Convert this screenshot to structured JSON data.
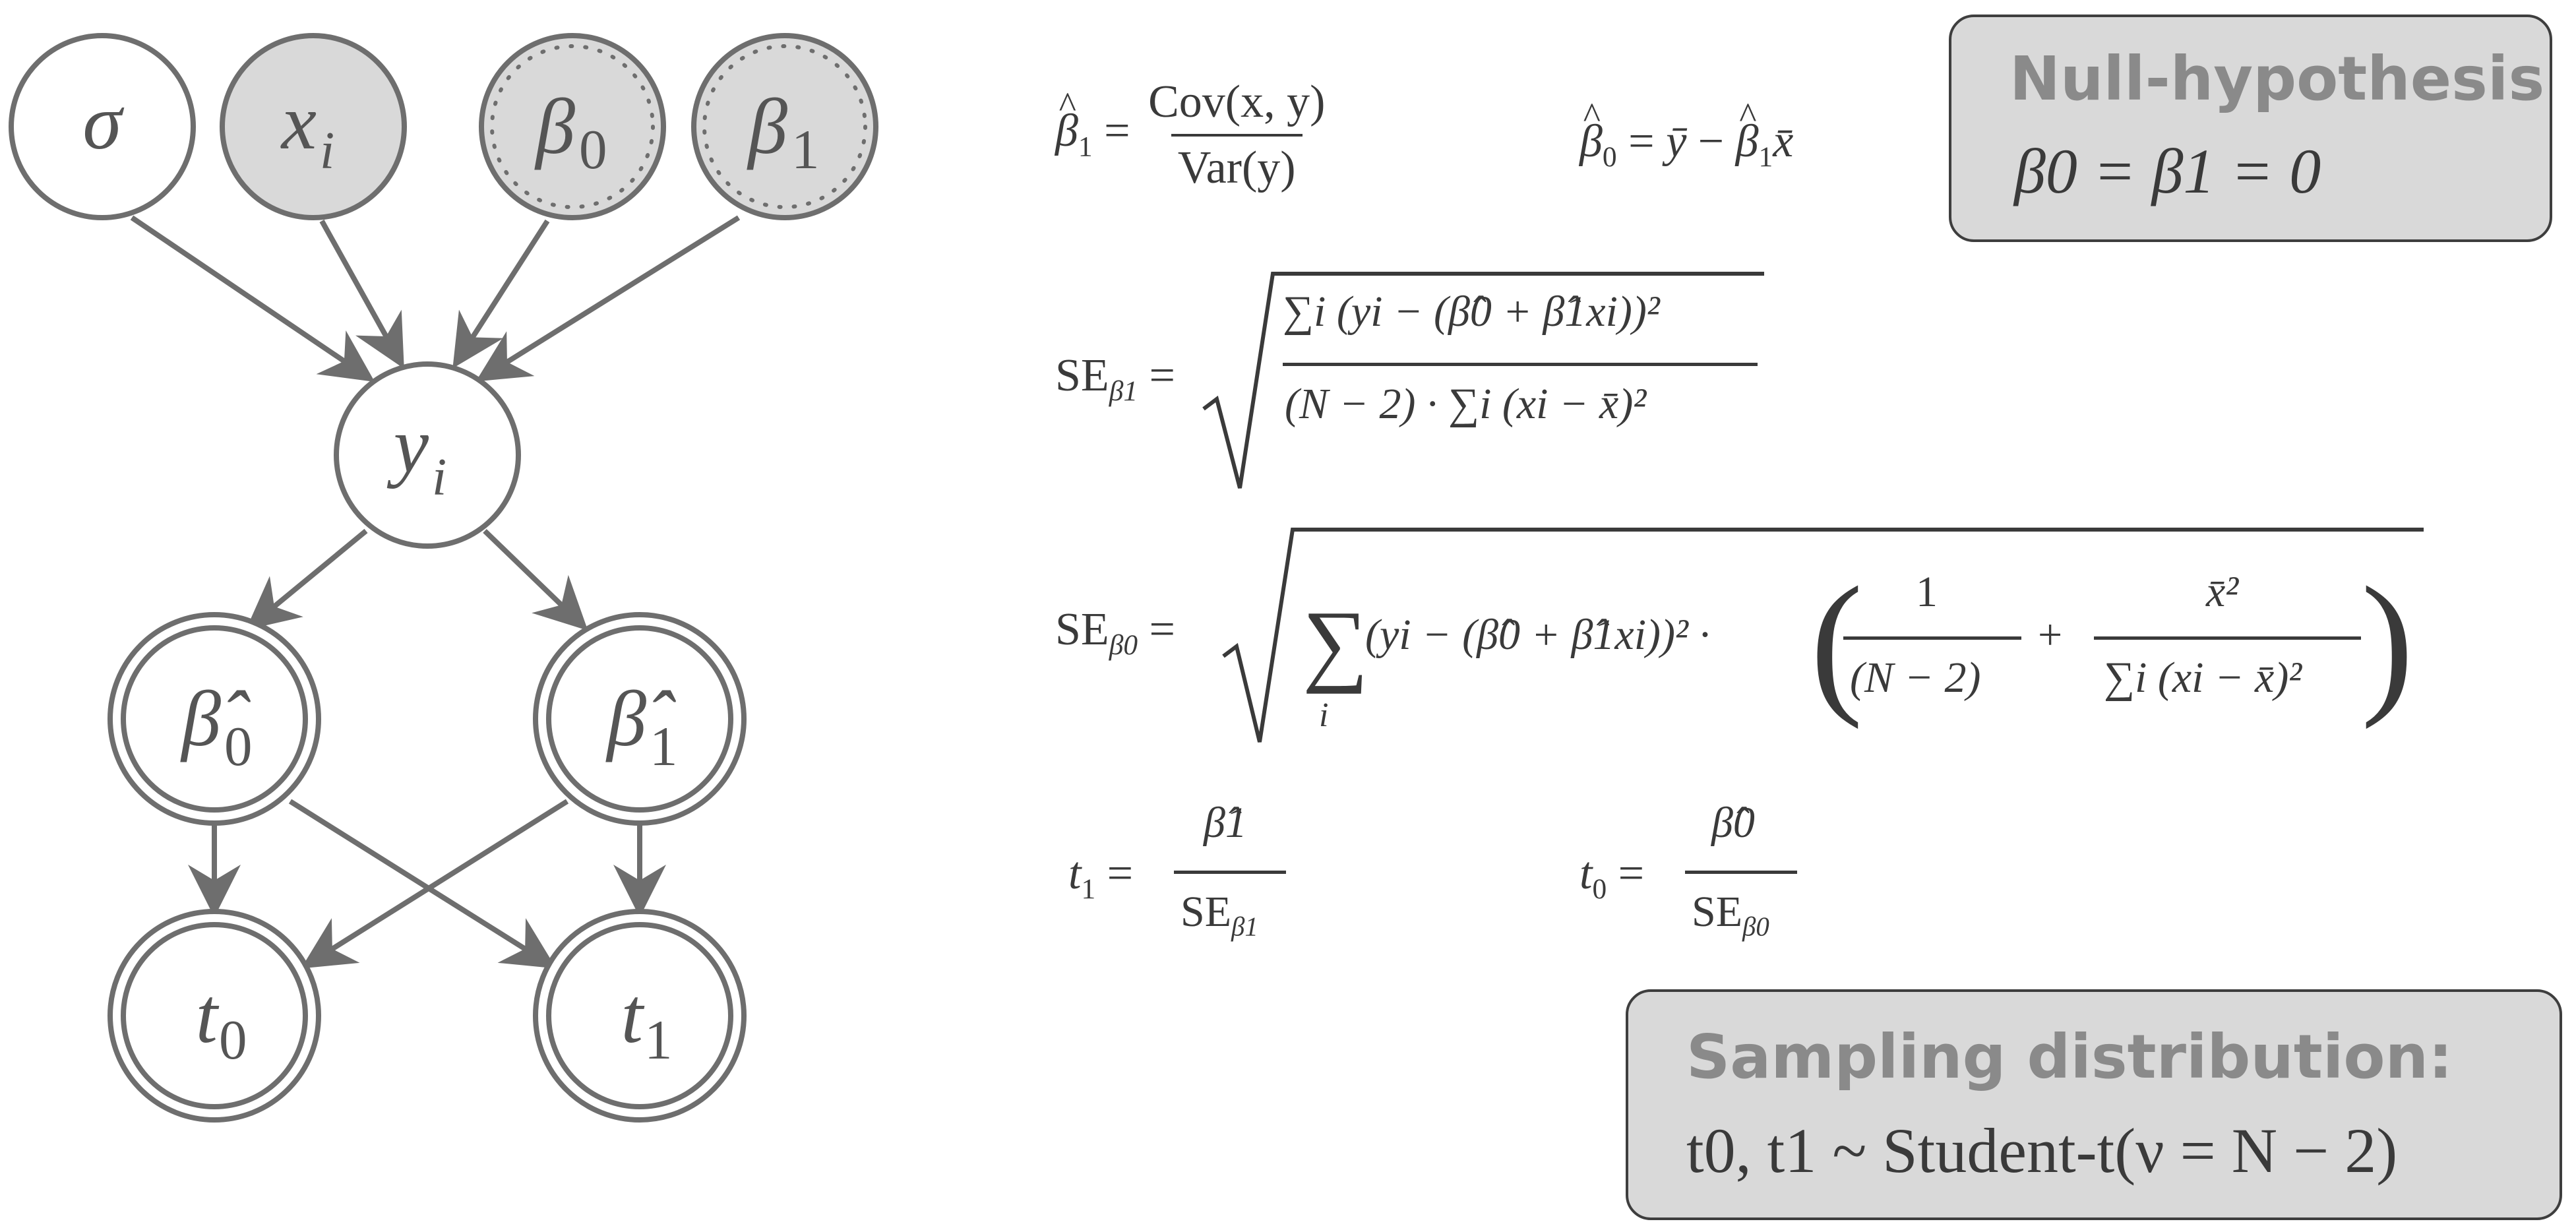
{
  "nodes": {
    "sigma": {
      "symbol": "σ",
      "sub": ""
    },
    "x": {
      "symbol": "x",
      "sub": "i"
    },
    "beta0": {
      "symbol": "β",
      "sub": "0"
    },
    "beta1": {
      "symbol": "β",
      "sub": "1"
    },
    "y": {
      "symbol": "y",
      "sub": "i"
    },
    "beta0hat": {
      "symbol": "β̂",
      "sub": "0"
    },
    "beta1hat": {
      "symbol": "β̂",
      "sub": "1"
    },
    "t0": {
      "symbol": "t",
      "sub": "0"
    },
    "t1": {
      "symbol": "t",
      "sub": "1"
    }
  },
  "formulas": {
    "beta1_hat": {
      "lhs": "β",
      "lhs_sub": "1",
      "eq": " = ",
      "num": "Cov(x, y)",
      "den": "Var(y)"
    },
    "beta0_hat": {
      "lhs": "β",
      "lhs_sub": "0",
      "rhs_a": "ȳ",
      "minus": " − ",
      "rhs_b": "β",
      "rhs_b_sub": "1",
      "rhs_c": "x̄"
    },
    "se_beta1": {
      "label": "SE",
      "sub": "β1",
      "num": "∑i (yi − (β̂0 + β̂1xi))²",
      "den": "(N − 2) · ∑i (xi − x̄)²"
    },
    "se_beta0": {
      "label": "SE",
      "sub": "β0",
      "sum": "∑",
      "sum_sub": "i",
      "body": "(yi − (β̂0 + β̂1xi))² ·",
      "frac1_num": "1",
      "frac1_den": "(N − 2)",
      "plus": "+",
      "frac2_num": "x̄²",
      "frac2_den": "∑i (xi − x̄)²"
    },
    "t1": {
      "lhs": "t",
      "lhs_sub": "1",
      "num": "β̂1",
      "den": "SE",
      "den_sub": "β1"
    },
    "t0": {
      "lhs": "t",
      "lhs_sub": "0",
      "num": "β̂0",
      "den": "SE",
      "den_sub": "β0"
    }
  },
  "null_box": {
    "title": "Null-hypothesis",
    "formula": "β0 = β1 = 0"
  },
  "sampling_box": {
    "title": "Sampling distribution:",
    "formula": "t0, t1 ~ Student-t(ν = N − 2)"
  }
}
